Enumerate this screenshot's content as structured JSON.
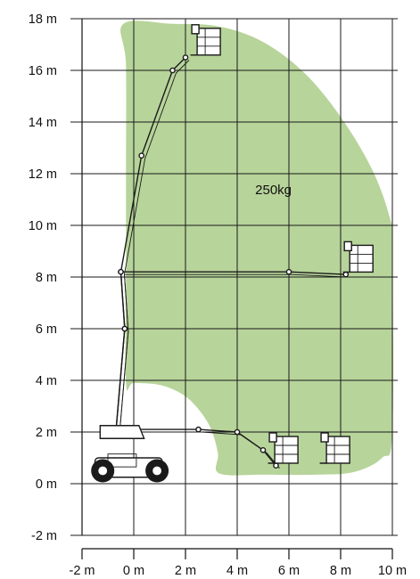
{
  "chart_data": {
    "type": "working-envelope",
    "x_axis": {
      "ticks": [
        -2,
        0,
        2,
        4,
        6,
        8,
        10
      ],
      "tick_labels": [
        "-2 m",
        "0 m",
        "2 m",
        "4 m",
        "6 m",
        "8 m",
        "10 m"
      ],
      "range": [
        -2,
        10
      ]
    },
    "y_axis": {
      "ticks": [
        -2,
        0,
        2,
        4,
        6,
        8,
        10,
        12,
        14,
        16,
        18
      ],
      "tick_labels": [
        "-2 m",
        "0 m",
        "2 m",
        "4 m",
        "6 m",
        "8 m",
        "10 m",
        "12 m",
        "14 m",
        "16 m",
        "18 m"
      ],
      "range": [
        -2,
        18
      ]
    },
    "grid": true,
    "envelope": {
      "label": "250kg",
      "label_position": [
        5.4,
        11.2
      ],
      "color": "#b7d49a",
      "outline": [
        [
          -0.4,
          17.8
        ],
        [
          1.5,
          17.8
        ],
        [
          3.3,
          17.7
        ],
        [
          5.0,
          17.1
        ],
        [
          6.6,
          15.9
        ],
        [
          8.0,
          14.2
        ],
        [
          9.2,
          12.2
        ],
        [
          9.9,
          10.3
        ],
        [
          10.0,
          9.0
        ],
        [
          10.0,
          2.0
        ],
        [
          9.6,
          1.0
        ],
        [
          8.5,
          0.45
        ],
        [
          7.0,
          0.35
        ],
        [
          5.0,
          0.35
        ],
        [
          3.3,
          0.4
        ],
        [
          3.25,
          1.2
        ],
        [
          2.9,
          2.3
        ],
        [
          2.1,
          3.3
        ],
        [
          1.1,
          3.8
        ],
        [
          0.0,
          3.9
        ],
        [
          -0.3,
          3.9
        ],
        [
          -0.3,
          8.0
        ],
        [
          -0.3,
          12.0
        ],
        [
          -0.3,
          16.2
        ]
      ]
    },
    "boom_positions": [
      {
        "name": "max-height",
        "points": [
          [
            -0.7,
            1.9
          ],
          [
            -0.35,
            6.0
          ],
          [
            -0.5,
            8.2
          ],
          [
            0.3,
            12.7
          ],
          [
            1.5,
            16.0
          ],
          [
            2.0,
            16.5
          ]
        ],
        "platform": [
          2.9,
          16.8
        ]
      },
      {
        "name": "max-outreach",
        "points": [
          [
            -0.7,
            1.9
          ],
          [
            -0.35,
            6.0
          ],
          [
            -0.5,
            8.2
          ],
          [
            6.0,
            8.2
          ],
          [
            8.2,
            8.1
          ]
        ],
        "platform": [
          8.8,
          8.4
        ]
      },
      {
        "name": "below-ground-1",
        "points": [
          [
            -0.5,
            2.1
          ],
          [
            2.5,
            2.1
          ],
          [
            4.0,
            2.0
          ],
          [
            5.0,
            1.3
          ],
          [
            5.5,
            0.7
          ]
        ],
        "platform": [
          5.9,
          1.0
        ]
      },
      {
        "name": "below-ground-2",
        "points": [],
        "platform": [
          7.9,
          1.0
        ]
      }
    ]
  }
}
